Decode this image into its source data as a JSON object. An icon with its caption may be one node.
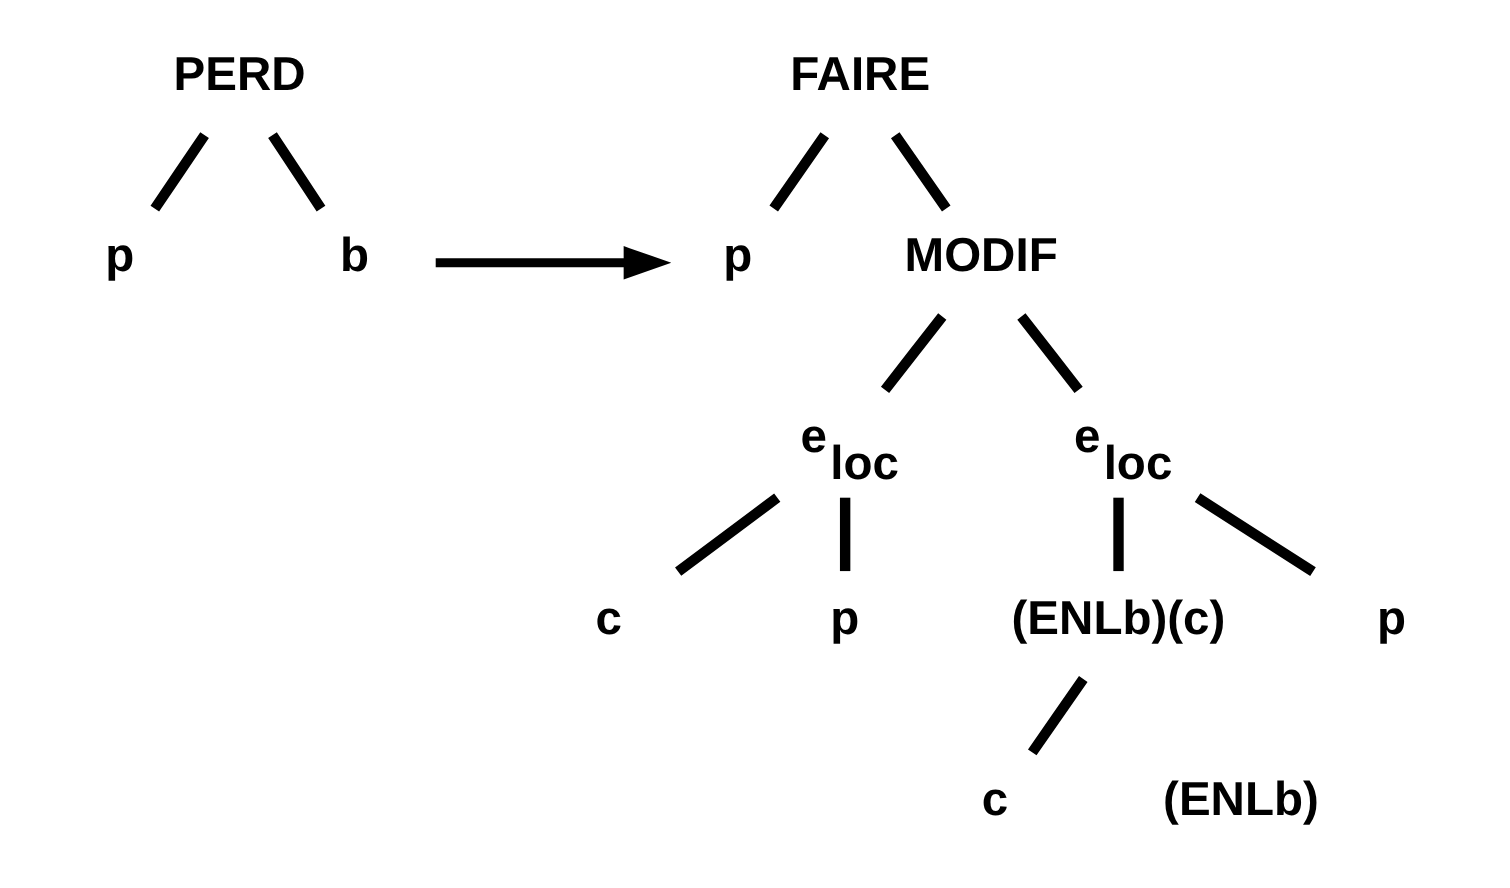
{
  "diagram": {
    "nodes": [
      {
        "text": [
          "PERD"
        ]
      },
      {
        "text": [
          "p"
        ]
      },
      {
        "text": [
          "b"
        ]
      },
      {
        "text": [
          "FAIRE"
        ]
      },
      {
        "text": [
          "p"
        ]
      },
      {
        "text": [
          "MODIF"
        ]
      },
      {
        "text": [
          "e$_{loc}$"
        ]
      },
      {
        "text": [
          "e$_{loc}$"
        ]
      },
      {
        "text": [
          "c"
        ]
      },
      {
        "text": [
          "p"
        ]
      },
      {
        "text": [
          "(ENLb)(c)"
        ]
      },
      {
        "text": [
          "p"
        ]
      },
      {
        "text": [
          "c"
        ]
      }
    ],
    "edges": [
      {
        "from": 0,
        "to": 1,
        "arrow": "none"
      },
      {
        "from": 0,
        "to": 2,
        "arrow": "none"
      },
      {
        "from": 2,
        "to": 4,
        "arrow": "to"
      },
      {
        "from": 3,
        "to": 4,
        "arrow": "none"
      },
      {
        "from": 3,
        "to": 5,
        "arrow": "none"
      },
      {
        "from": 5,
        "to": 6,
        "arrow": "none"
      },
      {
        "from": 5,
        "to": 7,
        "arrow": "none"
      },
      {
        "from": 6,
        "to": 8,
        "arrow": "none"
      },
      {
        "from": 6,
        "to": 9,
        "arrow": "none"
      },
      {
        "from": 7,
        "to": 10,
        "arrow": "none"
      },
      {
        "from": 7,
        "to": 11,
        "arrow": "none"
      },
      {
        "from": 10,
        "to": 12,
        "arrow": "none"
      }
    ],
    "labels": [
      "(ENLb)"
    ]
  }
}
